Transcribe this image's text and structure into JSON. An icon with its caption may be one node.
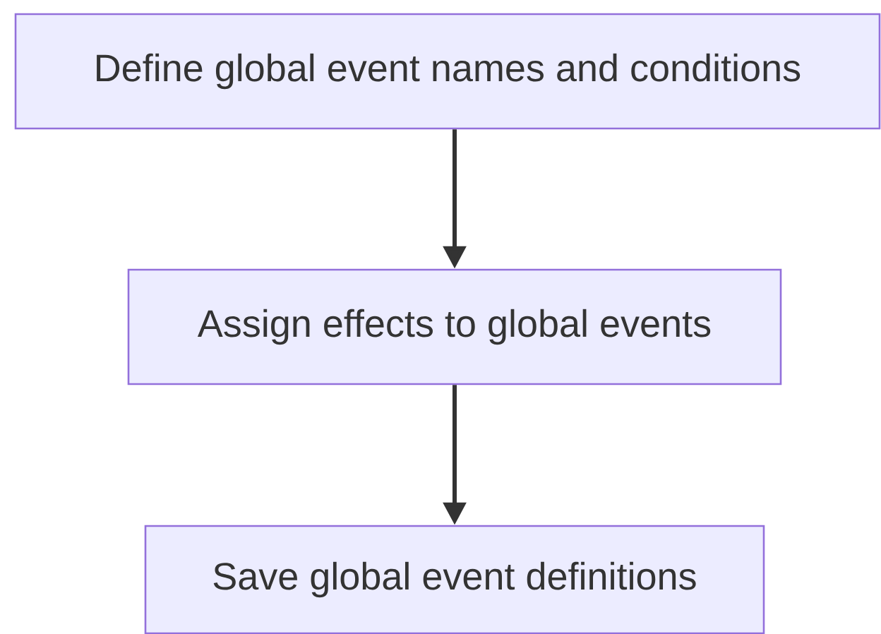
{
  "diagram": {
    "nodes": [
      {
        "text": [
          "Define global event names and conditions"
        ]
      },
      {
        "text": [
          "Assign effects to global events"
        ]
      },
      {
        "text": [
          "Save global event definitions"
        ]
      }
    ],
    "edges": [
      {
        "from": 0,
        "to": 1,
        "arrow": "to"
      },
      {
        "from": 1,
        "to": 2,
        "arrow": "to"
      }
    ]
  }
}
